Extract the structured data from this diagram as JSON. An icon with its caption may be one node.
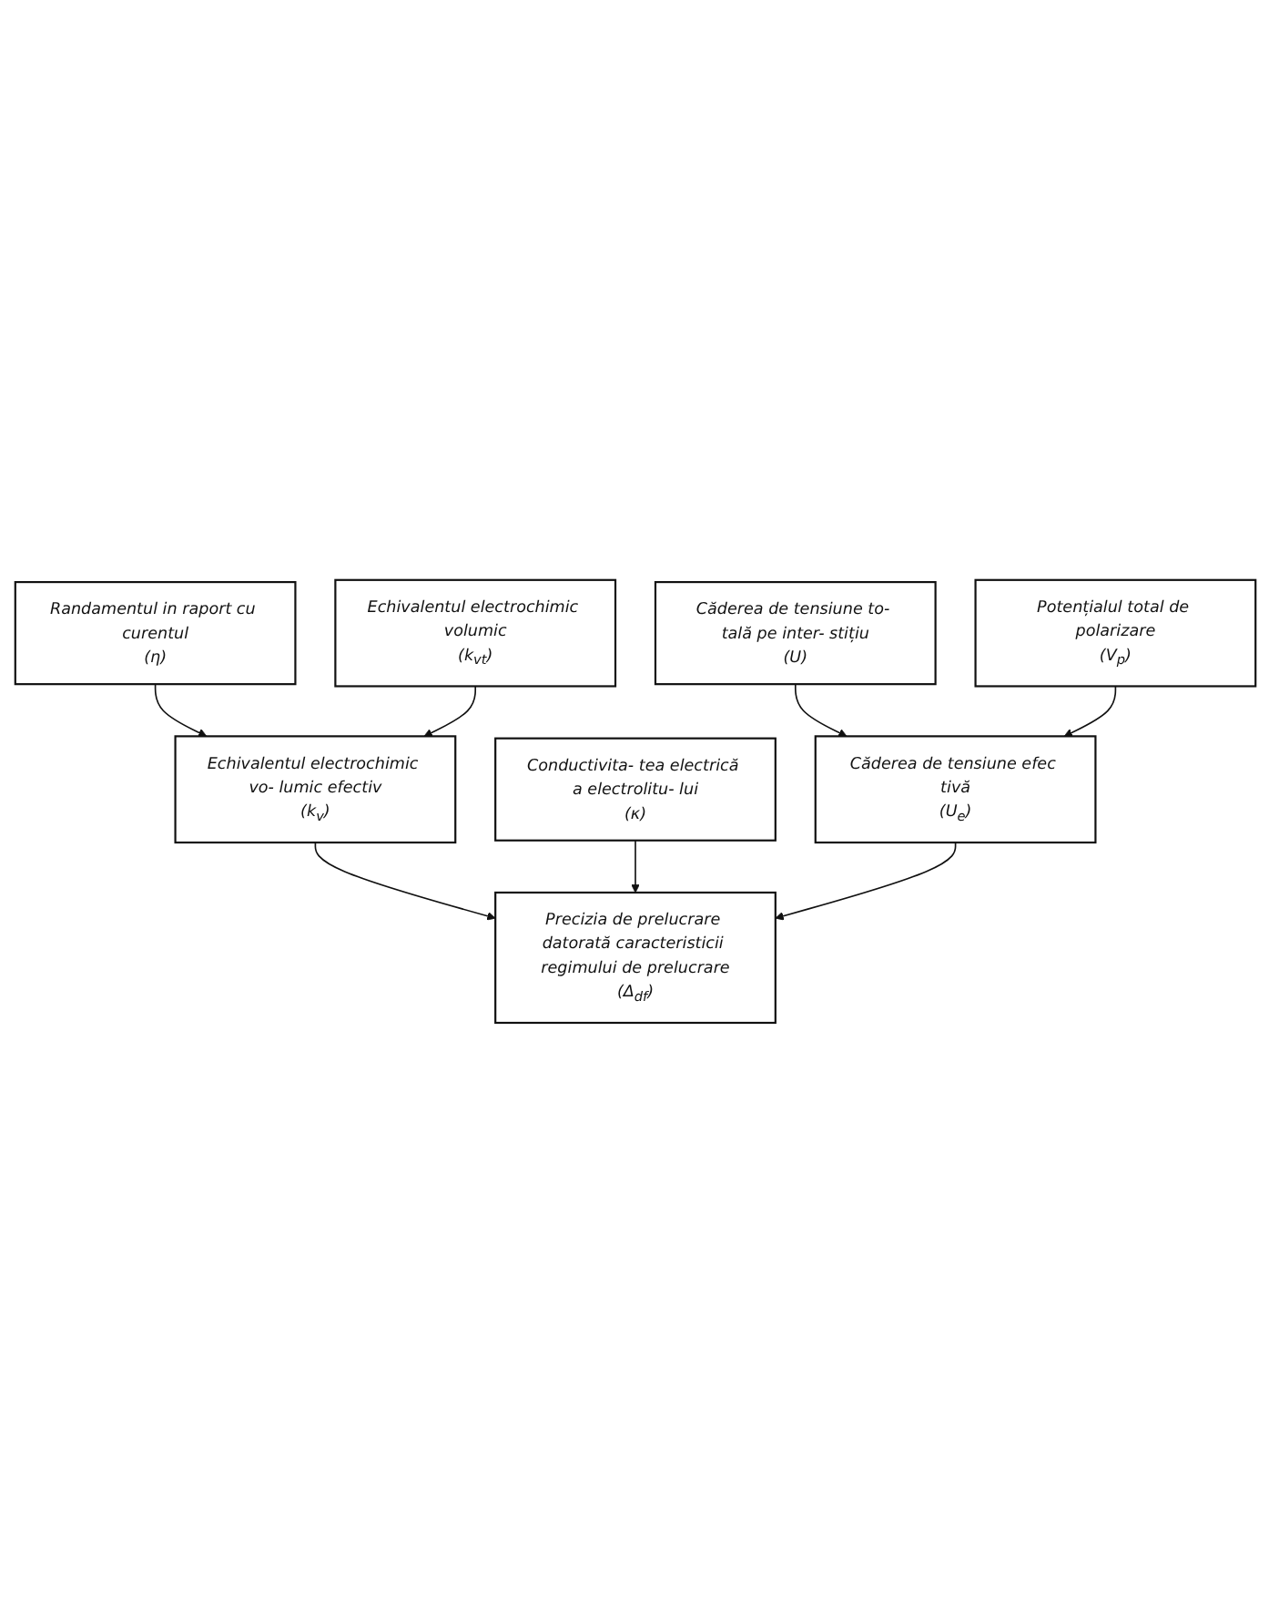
{
  "diagram": {
    "nodes": [
      {
        "text": [
          "Randamentul in raport cu curentul",
          "(η)"
        ]
      },
      {
        "text": [
          "Echivalentul electrochimic volumic",
          "(k$_{vt}$)"
        ]
      },
      {
        "text": [
          "Echivalentul electrochimic vo- lumic efectiv",
          "(k$_{v}$)"
        ]
      },
      {
        "text": [
          "Conductivita- tea electrică a electrolitu- lui",
          "(κ)"
        ]
      },
      {
        "text": [
          "Precizia de prelucrare datorată caracteristicii regimului de prelucrare",
          "(Δ$_{df}$)"
        ]
      },
      {
        "text": [
          "Căderea de tensiune efec tivă",
          "(U$_{e}$)"
        ]
      },
      {
        "text": [
          "Căderea de tensiune to- tală pe inter- stițiu",
          "(U)"
        ]
      },
      {
        "text": [
          "Potențialul total de polarizare",
          "(V$_{p}$)"
        ]
      }
    ],
    "edges": [
      {
        "from": 0,
        "to": 2,
        "arrow": "to"
      },
      {
        "from": 1,
        "to": 2,
        "arrow": "to"
      },
      {
        "from": 2,
        "to": 4,
        "arrow": "to"
      },
      {
        "from": 3,
        "to": 4,
        "arrow": "to"
      },
      {
        "from": 5,
        "to": 4,
        "arrow": "to"
      },
      {
        "from": 6,
        "to": 5,
        "arrow": "to"
      },
      {
        "from": 7,
        "to": 5,
        "arrow": "to"
      }
    ]
  }
}
